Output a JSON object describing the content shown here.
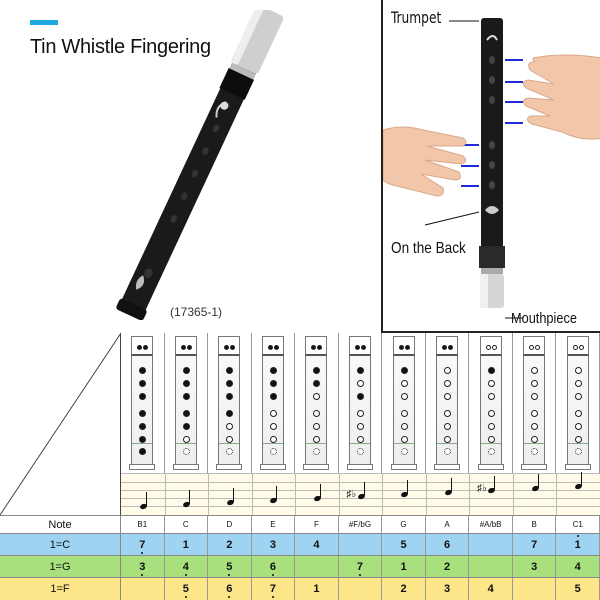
{
  "header": {
    "title": "Tin Whistle Fingering",
    "product_code": "(17365-1)",
    "accent_color": "#1ea9e1"
  },
  "annotations": {
    "trumpet": "Trumpet",
    "back": "On the Back",
    "mouthpiece": "Mouthpiece"
  },
  "table": {
    "note_label": "Note",
    "notes": [
      "B1",
      "C",
      "D",
      "E",
      "F",
      "#F/bG",
      "G",
      "A",
      "#A/bB",
      "B",
      "C1"
    ],
    "fingerings": [
      [
        1,
        1,
        1,
        1,
        1,
        1,
        1
      ],
      [
        1,
        1,
        1,
        1,
        1,
        1,
        0
      ],
      [
        1,
        1,
        1,
        1,
        1,
        0,
        0
      ],
      [
        1,
        1,
        1,
        1,
        0,
        0,
        0
      ],
      [
        1,
        1,
        1,
        0,
        0,
        0,
        0
      ],
      [
        1,
        1,
        0,
        1,
        0,
        0,
        0
      ],
      [
        1,
        1,
        0,
        0,
        0,
        0,
        0
      ],
      [
        1,
        0,
        0,
        0,
        0,
        0,
        0
      ],
      [
        0,
        1,
        0,
        0,
        0,
        0,
        0
      ],
      [
        0,
        0,
        0,
        0,
        0,
        0,
        0
      ],
      [
        0,
        0,
        0,
        0,
        0,
        0,
        0
      ]
    ],
    "rows": [
      {
        "key": "1=C",
        "color": "#9ed3f1",
        "values": [
          "7",
          "1",
          "2",
          "3",
          "4",
          "",
          "5",
          "6",
          "",
          "7",
          "1"
        ],
        "dots": [
          "below",
          "",
          "",
          "",
          "",
          "",
          "",
          "",
          "",
          "",
          "above"
        ]
      },
      {
        "key": "1=G",
        "color": "#a9e07e",
        "values": [
          "3",
          "4",
          "5",
          "6",
          "",
          "7",
          "1",
          "2",
          "",
          "3",
          "4"
        ],
        "dots": [
          "below",
          "below",
          "below",
          "below",
          "",
          "below",
          "",
          "",
          "",
          "",
          ""
        ]
      },
      {
        "key": "1=F",
        "color": "#fde589",
        "values": [
          "",
          "5",
          "6",
          "7",
          "1",
          "",
          "2",
          "3",
          "4",
          "",
          "5"
        ],
        "dots": [
          "",
          "below",
          "below",
          "below",
          "",
          "",
          "",
          "",
          "",
          "",
          ""
        ]
      }
    ]
  }
}
